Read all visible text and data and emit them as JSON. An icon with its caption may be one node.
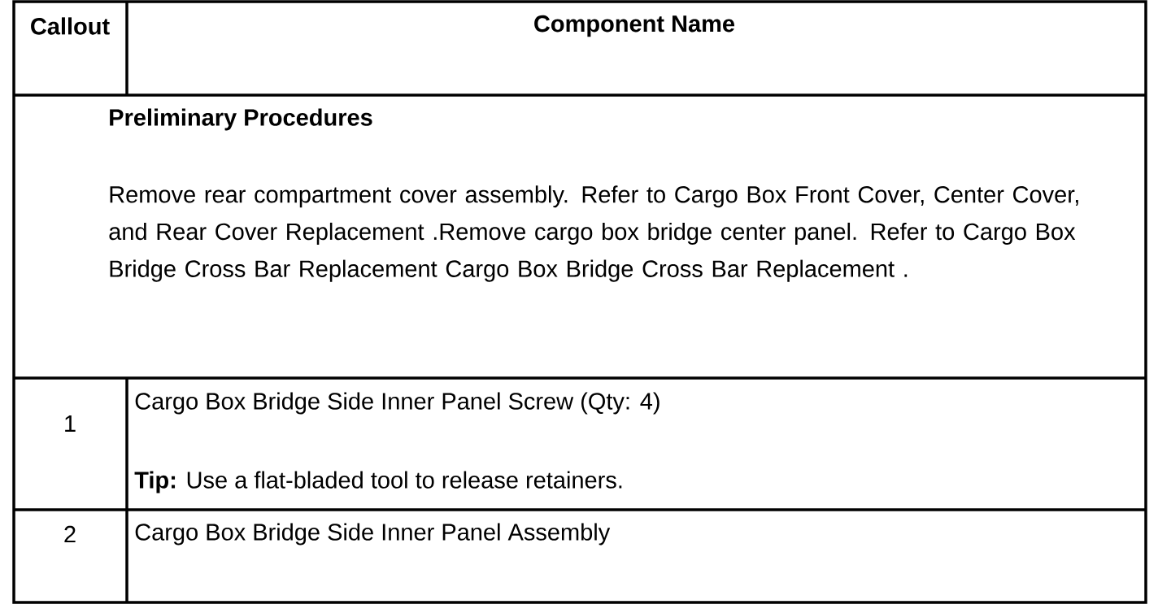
{
  "diagram": {
    "labels": [
      "Callout",
      "Component Name",
      "Preliminary Procedures",
      "Remove rear compartment cover assembly. Refer to Cargo Box Front Cover, Center Cover, and Rear Cover Replacement .Remove cargo box bridge center panel. Refer to Cargo Box Bridge Cross Bar Replacement Cargo Box Bridge Cross Bar Replacement .",
      "1",
      "Cargo Box Bridge Side Inner Panel Screw (Qty: 4)",
      "**Tip:** Use a flat-bladed tool to release retainers.",
      "2",
      "Cargo Box Bridge Side Inner Panel Assembly"
    ]
  }
}
